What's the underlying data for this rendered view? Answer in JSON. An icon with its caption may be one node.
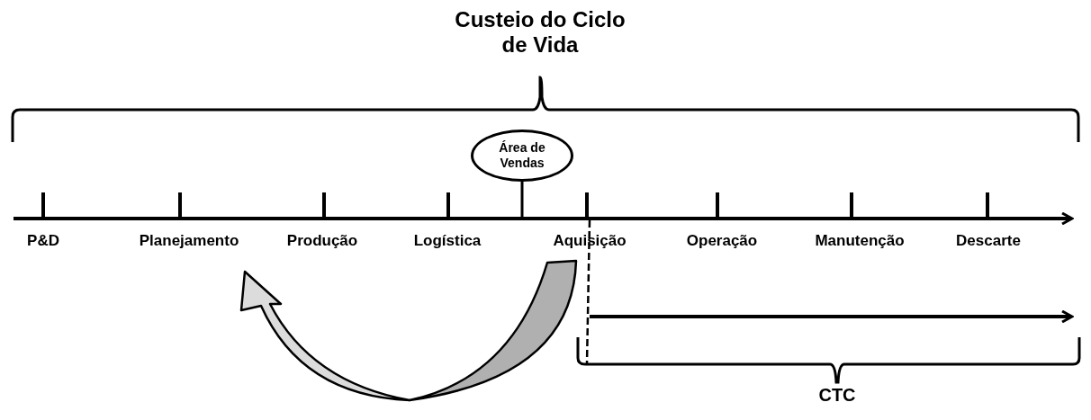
{
  "diagram": {
    "nodes": [
      {
        "text": [
          "Área de Vendas"
        ]
      }
    ],
    "labels": [
      "Custeio do Ciclo de Vida",
      "P&D",
      "Planejamento",
      "Produção",
      "Logística",
      "Aquisição",
      "Operação",
      "Manutenção",
      "Descarte",
      "CTC"
    ]
  }
}
